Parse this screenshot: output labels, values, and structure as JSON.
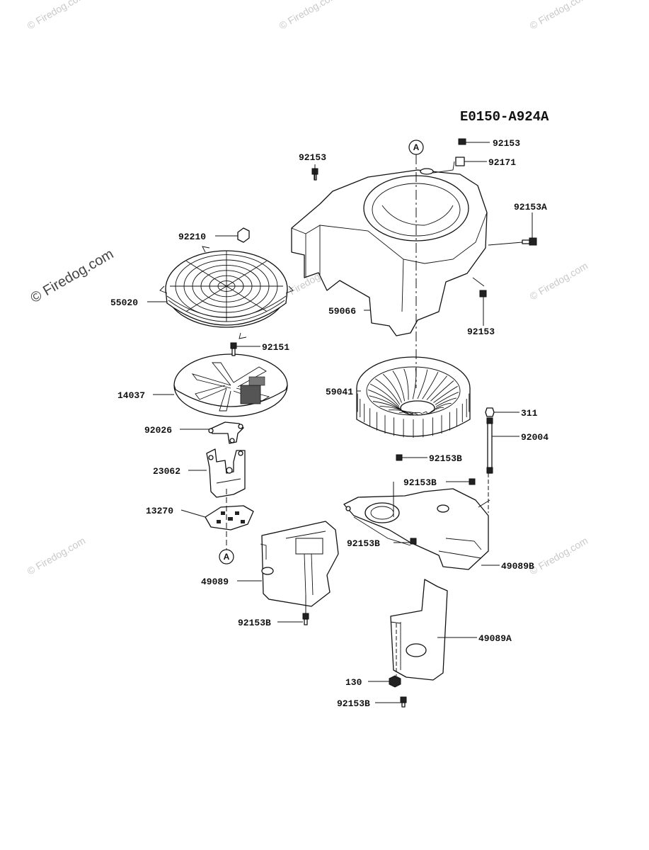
{
  "diagram_id": "E0150-A924A",
  "reference_letter": "A",
  "watermark": "© Firedog.com",
  "part_labels": {
    "p92153_top": "92153",
    "p92171": "92171",
    "p92153_left": "92153",
    "p92153A": "92153A",
    "p92210": "92210",
    "p55020": "55020",
    "p59066": "59066",
    "p92153_right": "92153",
    "p92151": "92151",
    "p14037": "14037",
    "p59041": "59041",
    "p311": "311",
    "p92004": "92004",
    "p92026": "92026",
    "p92153B_a": "92153B",
    "p92153B_b": "92153B",
    "p23062": "23062",
    "p13270": "13270",
    "p92153B_c": "92153B",
    "p49089B": "49089B",
    "p49089": "49089",
    "p92153B_d": "92153B",
    "p49089A": "49089A",
    "p130": "130",
    "p92153B_e": "92153B"
  }
}
